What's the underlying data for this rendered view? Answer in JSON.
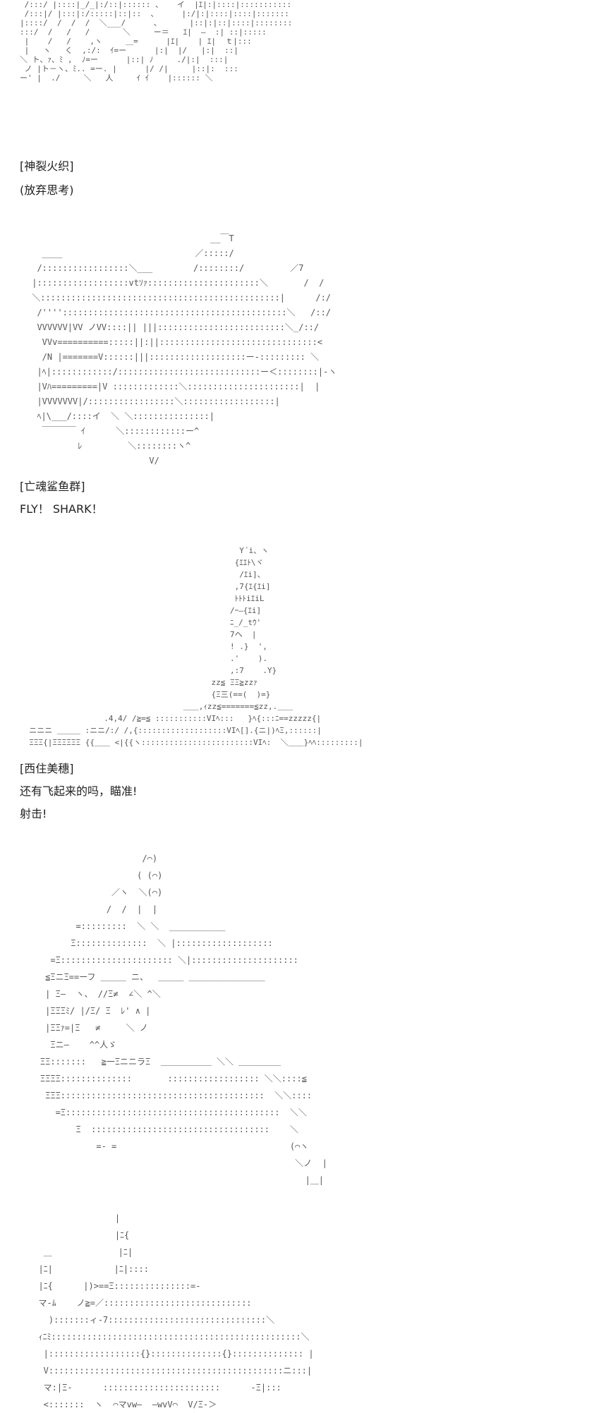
{
  "sections": [
    {
      "art": [
        " /:::/ |::::|_/_|:/::|:::::: 、   イ  |ｴ|:|::::|:::::::::::",
        " /:::|/ |:::|:/:::::|::|::  、     |:/|:|::::|::::|:::::::",
        "|::::/  /  /  /  ＼___/      、      |::|:|::|::::|::::::::",
        ":::/  /   /   /       ＼     ー＝   ｴ|  ―  :| ::|:::::",
        " |    /   /    ,ヽ     ＿=      |ｴ|    | ｴ|  ｔ|:::",
        " |   ヽ   く  ,:/:  ｲ=ー      |:|  |/   |:|  ::|",
        "＼ ト、ｧ、ﾐ ,  ﾉ=ー      |::| ﾉ     ./|:|  :::|",
        " ノ |ト－ヽ、ﾐ.. =ー. |      |/ /|     |::|:  ::: ",
        "ー' |  ./     ＼   人     ｲ ｲ    |:::::: ＼"
      ],
      "name": "[神裂火织]",
      "line": "(放弃思考)"
    },
    {
      "art": [
        "                                    __￣T",
        "   ____                          ／:::::/",
        "  /:::::::::::::::::＼___        /::::::::/         ／7",
        " |::::::::::::::::::vtｿｧ::::::::::::::::::::::＼       /  /",
        " ＼:::::::::::::::::::::::::::::::::::::::::::::::|      /:/",
        "  /''''::::::::::::::::::::::::::::::::::::::::::::＼   /::/",
        "  VVVVVV|VV ノVV::::|| |||:::::::::::::::::::::::::＼_/::/",
        "   VVv==========:::::||:||:::::::::::::::::::::::::::::::<",
        "   /N |=======V::::::|||:::::::::::::::::::ー‐::::::::: ＼",
        "  |ﾍ|::::::::::::/::::::::::::::::::::::::::::ー＜::::::::|-ヽ",
        "  |Vﾊ=========|V :::::::::::::＼::::::::::::::::::::::|  |",
        "  |VVVVVVV|/:::::::::::::::::＼::::::::::::::::::|",
        "  ﾍ|\\___/::::イ  ＼ ＼:::::::::::::::|",
        "   ￣￣￣￣ ｲ      ＼::::::::::::ー^",
        "          ﾚ         ＼::::::::ヽ^",
        "                        V/"
      ],
      "name": "[亡魂鲨鱼群]",
      "line": "FLY！ SHARK！"
    },
    {
      "art": [
        "                                               Y´i、ヽ",
        "                                              {ｴｴﾄ\\ヾ",
        "                                               /ｴi]、",
        "                                              ,7{ｴ{ｴi]",
        "                                              ﾄﾄﾄiｴiL",
        "                                             /ｰ―{ｴi]",
        "                                             ﾆ_/_tｳ'",
        "                                             7ヘ  |",
        "                                             ! .}  ',",
        "                                             .'    ).",
        "                                             ,:7    .Y}",
        "                                         zz≦ ΞΞ≧zzｧ",
        "                                         {Ξ三(==(  )=}",
        "                                   ＿＿,ｨzz≦=======≦zz,.＿＿",
        "                  .4,4/ /≧=≦ :::::::::::VIﾍ:::   }ﾍ{:::ﾆ==zzzzz{|",
        "  ニニニ ＿＿＿ :ニニ/:/ /,{:::::::::::::::::::VIﾍ[].{ニ|)ﾍΞ,::::::|",
        "  ΞΞΞ{|ΞΞΞΞΞΞ {{＿＿ <|{{ヽ::::::::::::::::::::::::VIﾍ:  ＼＿＿}ﾍﾍ:::::::::|"
      ],
      "name": "[西住美穗]",
      "line": "还有飞起来的吗，瞄准!",
      "line2": "射击!"
    },
    {
      "art": [
        "                        /⌒)",
        "                       ( (⌒)",
        "                  ／ヽ  ＼(⌒)",
        "                 /  /  |  |",
        "           =:::::::::  ＼ ＼  ___________",
        "          Ξ::::::::::::::  ＼ |:::::::::::::::::::",
        "      =Ξ:::::::::::::::::::::: ＼|:::::::::::::::::::::",
        "     ≦ΞニΞ==ーフ ＿＿＿ ニ、  ＿＿＿ ＿＿＿＿＿＿＿＿＿",
        "     | Ξ―  ヽ、 //Ξ≠  ∠＼ ^＼",
        "     |ΞΞΞﾐ/ |/Ξ/ Ξ  ﾚ' ∧ |",
        "     |ΞΞｧ=|Ξ   ≠     ＼ ノ",
        "      Ξニ―    ^^人ゞ",
        "    ΞΞ:::::::   ≧一ΞニニラΞ  ＿＿＿＿＿＿ ＼＼ ＿＿＿＿＿",
        "    ΞΞΞΞ::::::::::::::       :::::::::::::::::: ＼＼::::≦",
        "     ΞΞΞ::::::::::::::::::::::::::::::::::::::::  ＼＼::::",
        "       =Ξ::::::::::::::::::::::::::::::::::::::::::  ＼＼",
        "           Ξ  :::::::::::::::::::::::::::::::::::    ＼",
        "               =- =                                  (⌒ヽ",
        "                                                      ＼ノ  |",
        "                                                        |＿|"
      ],
      "name": "",
      "line": ""
    },
    {
      "art": [
        "                 |",
        "                 |ﾆ{",
        "   ＿             |ﾆ|",
        "  |ﾆ|            |ﾆ|::::",
        "  |ﾆ{      |)>==Ξ:::::::::::::::=-",
        "  マ-ﾑ    ノ≧=／:::::::::::::::::::::::::::::",
        "    ):::::::ィ-7:::::::::::::::::::::::::::::::＼",
        "  ｨﾆﾐ:::::::::::::::::::::::::::::::::::::::::::::::::＼",
        "   |::::::::::::::::::{}::::::::::::::{}:::::::::::::: |",
        "   V::::::::::::::::::::::::::::::::::::::::::::::ニ:::|",
        "   マ:|Ξ-      :::::::::::::::::::::::      -Ξ|:::",
        "   <:::::::  ヽ  ⌒マvw―  ―wvV⌒  V/Ξ-＞"
      ],
      "name": "",
      "line": ""
    }
  ]
}
